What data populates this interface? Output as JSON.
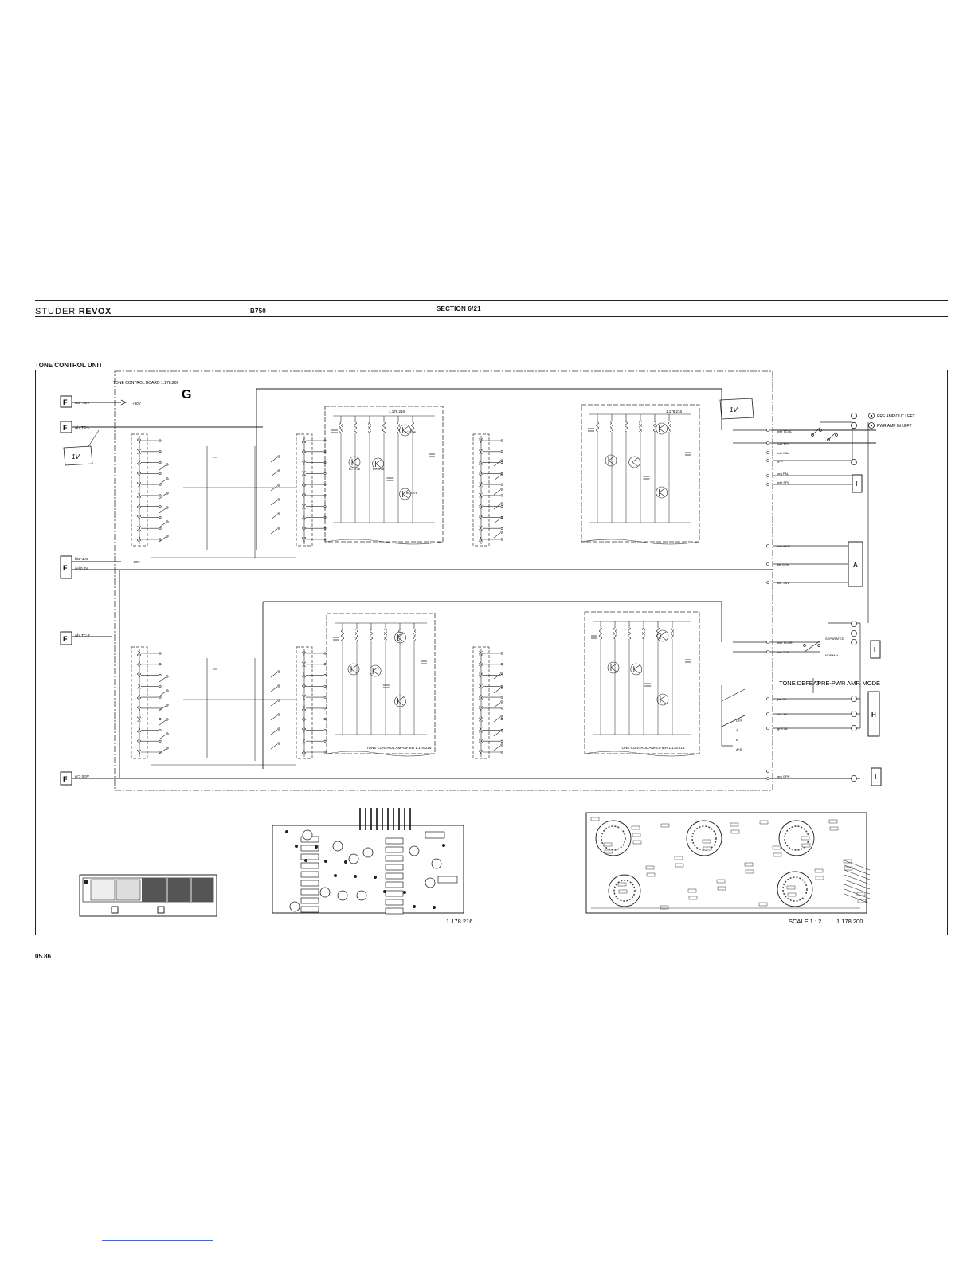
{
  "header": {
    "brand_studer": "STUDER",
    "brand_revox": "REVOX",
    "model": "B750",
    "section": "SECTION 6/21"
  },
  "diagram": {
    "title": "TONE CONTROL UNIT",
    "board_label": "TONE CONTROL BOARD 1.178.200",
    "board_letter": "G",
    "amp_board_top_left": "1.178.216",
    "amp_board_top_right": "1.178.216",
    "amp_label_bottom_left": "TONE CONTROL AMPLIFIER 1.178.216",
    "amp_label_bottom_right": "TONE CONTROL AMPLIFIER 1.178.216",
    "note_top": "1V",
    "note_left": "1V",
    "connectors_left": [
      {
        "letter": "F",
        "wire": "red +30V"
      },
      {
        "letter": "F",
        "wire": "wht TC-L"
      },
      {
        "letter": "F",
        "wire": "blu -30V"
      },
      {
        "letter": "F",
        "wire": "wht TC-R"
      },
      {
        "letter": "F",
        "wire": "gr'3 0.0V"
      }
    ],
    "supply_labels": [
      "+30V",
      "-30V",
      "0.0V"
    ],
    "outputs": {
      "pre_amp_out": "PRE AMP OUT LEFT",
      "pwr_amp_in": "PWR AMP IN LEFT"
    },
    "right_connectors": [
      "I",
      "A",
      "I",
      "H",
      "I"
    ],
    "mode_labels": {
      "tone_defeat": "TONE DEFEAT",
      "pre_pwr_amp_mode": "PRE-PWR AMP. MODE",
      "separated": "SEPARATED",
      "normal": "NORMAL",
      "off": "OFF",
      "a": "A",
      "b": "B",
      "a_b": "A+B"
    },
    "right_wire_labels": [
      "wht TCOL",
      "wht TCL",
      "wht PAL",
      "gr'3",
      "org PAL",
      "wht SPL",
      "red +30V",
      "blk 0.0V",
      "blu -30V",
      "wht TCOR",
      "brn TCR",
      "yel 5B",
      "vio -8V",
      "gr'3 5A",
      "grn GPR"
    ],
    "transistor_labels": [
      "BC 107B",
      "BC 177B",
      "BC 177B",
      "BC 107B"
    ],
    "pcb_small_label": "1.178.216",
    "pcb_large_scale": "SCALE 1 : 2",
    "pcb_large_label": "1.178.200"
  },
  "footer": {
    "date_code": "05.86"
  }
}
